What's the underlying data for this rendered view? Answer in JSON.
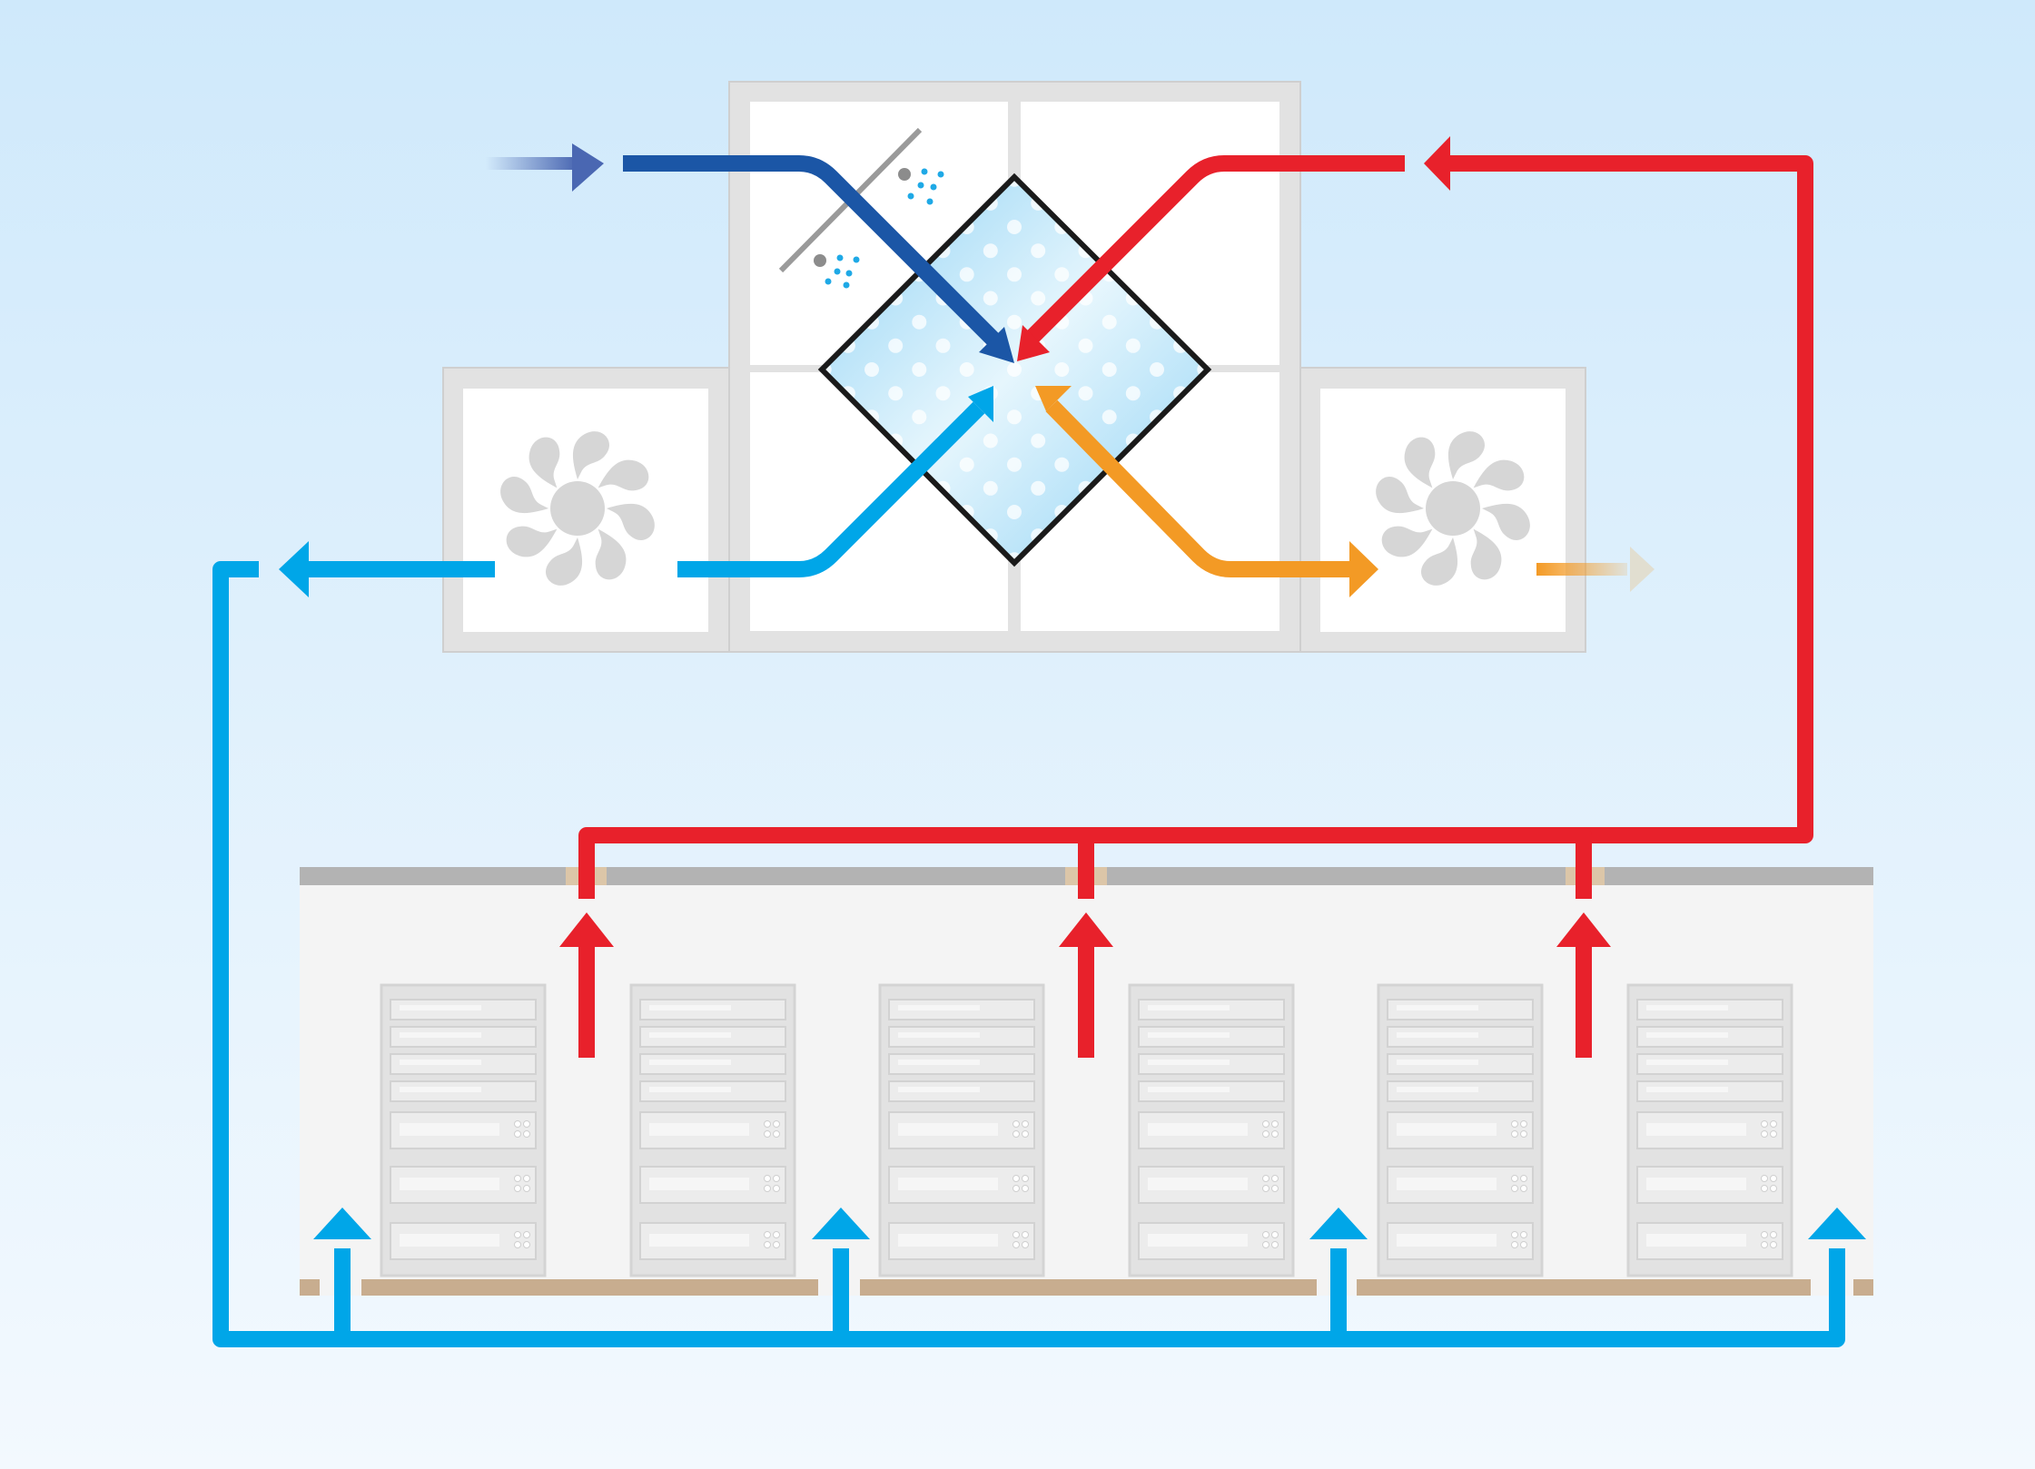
{
  "diagram": {
    "kind": "data-center-air-to-air-heat-exchanger-cooling",
    "components": [
      {
        "name": "heat-exchanger-unit",
        "icon": "cross-flow-heat-exchanger-icon"
      },
      {
        "name": "supply-fan",
        "icon": "fan-icon"
      },
      {
        "name": "exhaust-fan",
        "icon": "fan-icon"
      },
      {
        "name": "air-filter",
        "icon": "filter-icon"
      },
      {
        "name": "server-room",
        "icon": "server-rack-icon",
        "rack_count": 6
      }
    ],
    "flows": [
      {
        "name": "outdoor-intake-air",
        "color": "#1b56a6"
      },
      {
        "name": "hot-return-air",
        "color": "#e8212b"
      },
      {
        "name": "cool-supply-air",
        "color": "#00a6e8"
      },
      {
        "name": "warm-exhaust-air",
        "color": "#f39a25"
      }
    ],
    "colors": {
      "background_top": "#cfe9fb",
      "background_bottom": "#f3f9fe",
      "panel_frame": "#dddddd",
      "panel_face": "#ffffff",
      "fan": "#d6d6d6",
      "room_floor": "#c8ad8f",
      "room_ceiling": "#b3b3b3",
      "rack": "#e2e2e2"
    }
  }
}
